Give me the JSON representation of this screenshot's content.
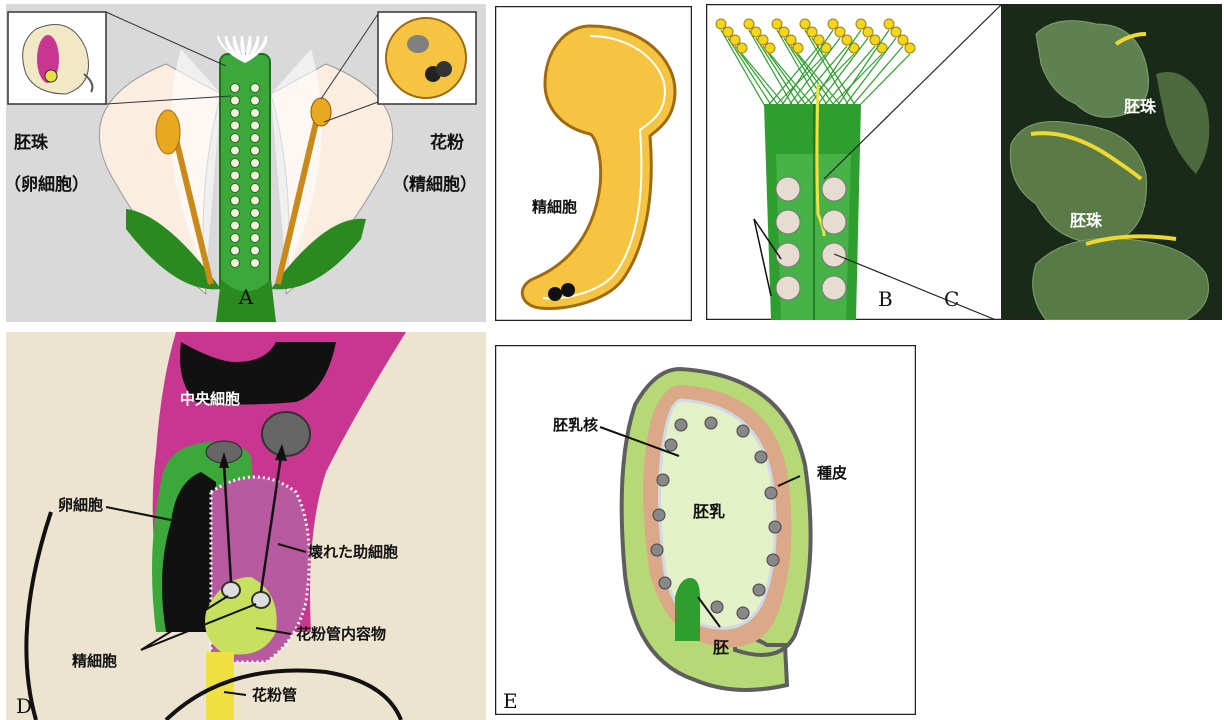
{
  "panel_a": {
    "letter": "A",
    "ovule_label": "胚珠",
    "ovule_sub": "（卵細胞）",
    "pollen_label": "花粉",
    "pollen_sub": "（精細胞）"
  },
  "panel_b": {
    "sperm_label": "精細胞"
  },
  "panel_c": {
    "letter_b": "B",
    "letter_c": "C",
    "ovule_label_1": "胚珠",
    "ovule_label_2": "胚珠"
  },
  "panel_d": {
    "letter": "D",
    "central_cell": "中央細胞",
    "egg_cell": "卵細胞",
    "broken_synergid": "壊れた助細胞",
    "tube_contents": "花粉管内容物",
    "sperm_cells": "精細胞",
    "pollen_tube": "花粉管"
  },
  "panel_e": {
    "letter": "E",
    "endosperm_nucleus": "胚乳核",
    "seed_coat": "種皮",
    "endosperm": "胚乳",
    "embryo": "胚"
  },
  "colors": {
    "green": "#2e9e2e",
    "yellow": "#f5c542",
    "magenta": "#c8378f",
    "cream": "#ede4cf",
    "panel_a_bg": "#d9d9d9"
  }
}
